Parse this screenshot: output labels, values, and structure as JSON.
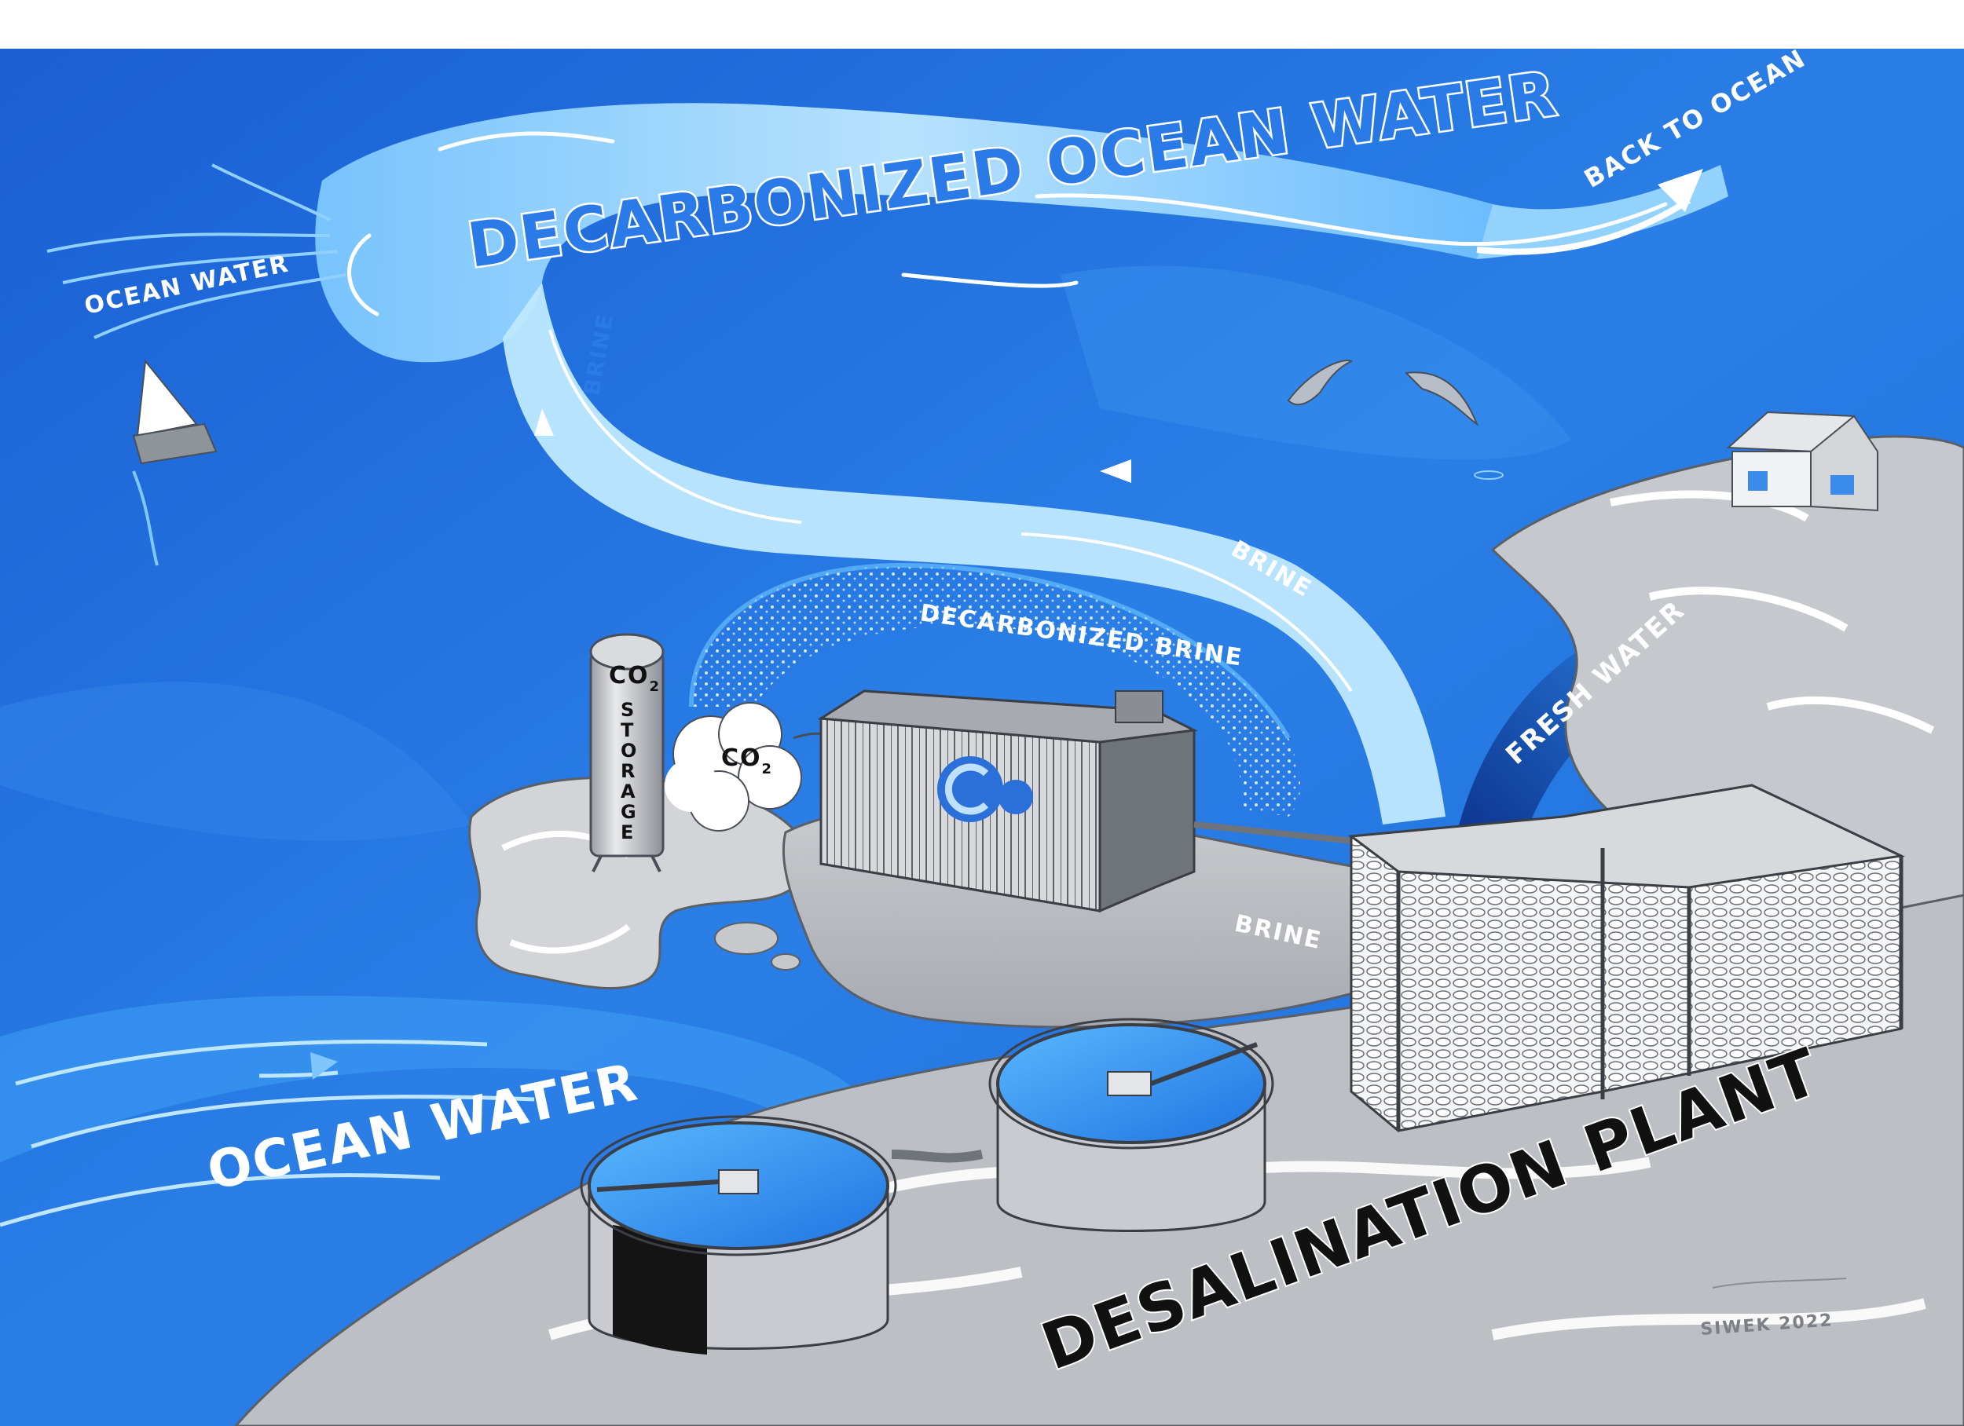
{
  "labels": {
    "main_title": "DECARBONIZED OCEAN WATER",
    "ocean_water_top": "OCEAN WATER",
    "back_to_ocean": "BACK TO OCEAN",
    "brine_upper_left": "BRINE",
    "brine_mid_right": "BRINE",
    "brine_lower": "BRINE",
    "decarbonized_brine": "DECARBONIZED BRINE",
    "fresh_water": "FRESH WATER",
    "co2_tank_top": "CO",
    "co2_tank_sub": "2",
    "storage_letters": [
      "S",
      "T",
      "O",
      "R",
      "A",
      "G",
      "E"
    ],
    "co2_cloud": "CO",
    "co2_cloud_sub": "2",
    "ocean_water_bottom": "OCEAN WATER",
    "desalination_plant": "DESALINATION PLANT",
    "signature": "SIWEK 2022"
  },
  "colors": {
    "ocean_deep": "#1f63d6",
    "ocean_mid": "#2f86e8",
    "stream_light": "#8fd3ff",
    "stream_pale": "#d6f1ff",
    "land_gray": "#b9bcc1",
    "land_light": "#e7e8ea",
    "machine_gray": "#8a8d93",
    "fresh_water_dark": "#1449b8"
  },
  "icons": {
    "sailboat": "sailboat-icon",
    "dolphins": "dolphin-icon",
    "house": "house-icon",
    "logo": "company-logo-icon"
  }
}
